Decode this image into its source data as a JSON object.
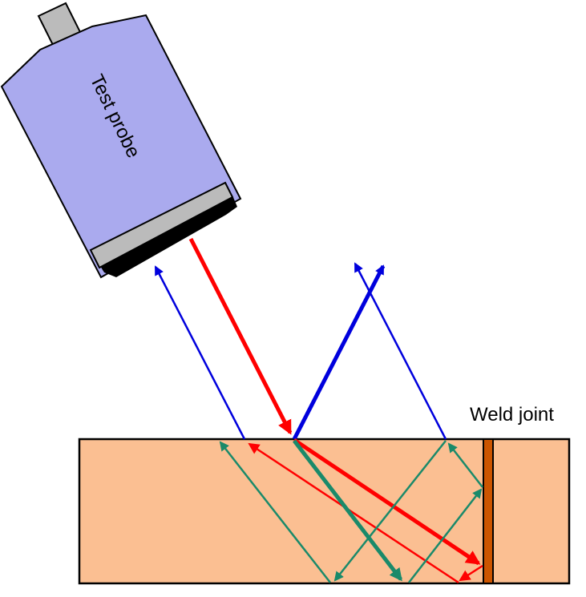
{
  "labels": {
    "probe": "Test probe",
    "weld": "Weld joint"
  },
  "colors": {
    "probe_body": "#aaaaee",
    "probe_face": "#bbbbbb",
    "workpiece": "#fbbf92",
    "weld": "#cc5500",
    "incident": "#ff0000",
    "reflected": "#0000dd",
    "internal": "#1a8a6a"
  },
  "rays": [
    {
      "kind": "incident",
      "desc": "probe to surface (bold red)"
    },
    {
      "kind": "reflected",
      "desc": "surface reflection (bold blue)"
    },
    {
      "kind": "internal",
      "desc": "transmitted wave in material"
    }
  ]
}
